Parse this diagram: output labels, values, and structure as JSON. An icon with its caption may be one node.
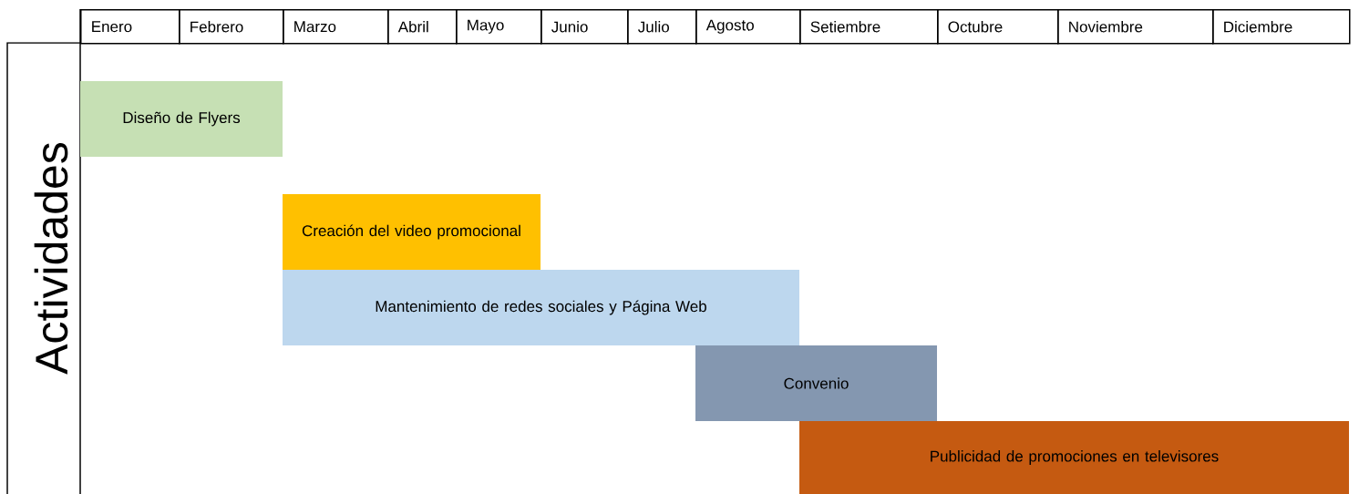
{
  "diagram": {
    "nodes": [
      {
        "text": [
          "Diseño de Flyers"
        ]
      },
      {
        "text": [
          "Creación del video promocional"
        ]
      },
      {
        "text": [
          "Mantenimiento de redes sociales y Página Web"
        ]
      },
      {
        "text": [
          "Convenio"
        ]
      },
      {
        "text": [
          "Publicidad de promociones en televisores"
        ]
      }
    ],
    "labels": [
      "Enero",
      "Febrero",
      "Marzo",
      "Abril",
      "Mayo",
      "Junio",
      "Julio",
      "Agosto",
      "Setiembre",
      "Octubre",
      "Noviembre",
      "Diciembre",
      "Actividades"
    ]
  }
}
